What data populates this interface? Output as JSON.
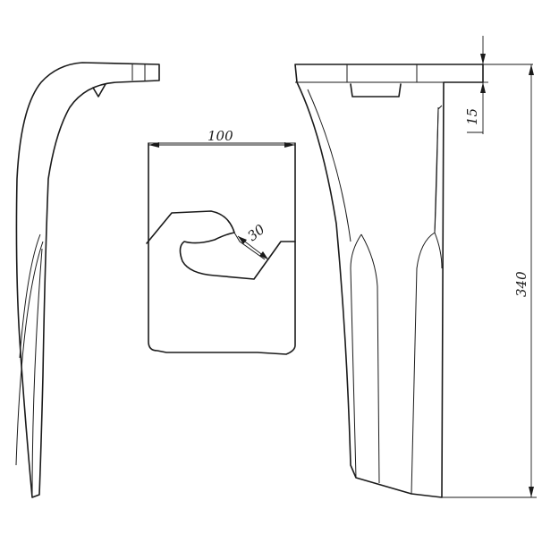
{
  "dimensions": {
    "width_label": "100",
    "slot_label": "30",
    "thickness_label": "15",
    "length_label": "340"
  }
}
